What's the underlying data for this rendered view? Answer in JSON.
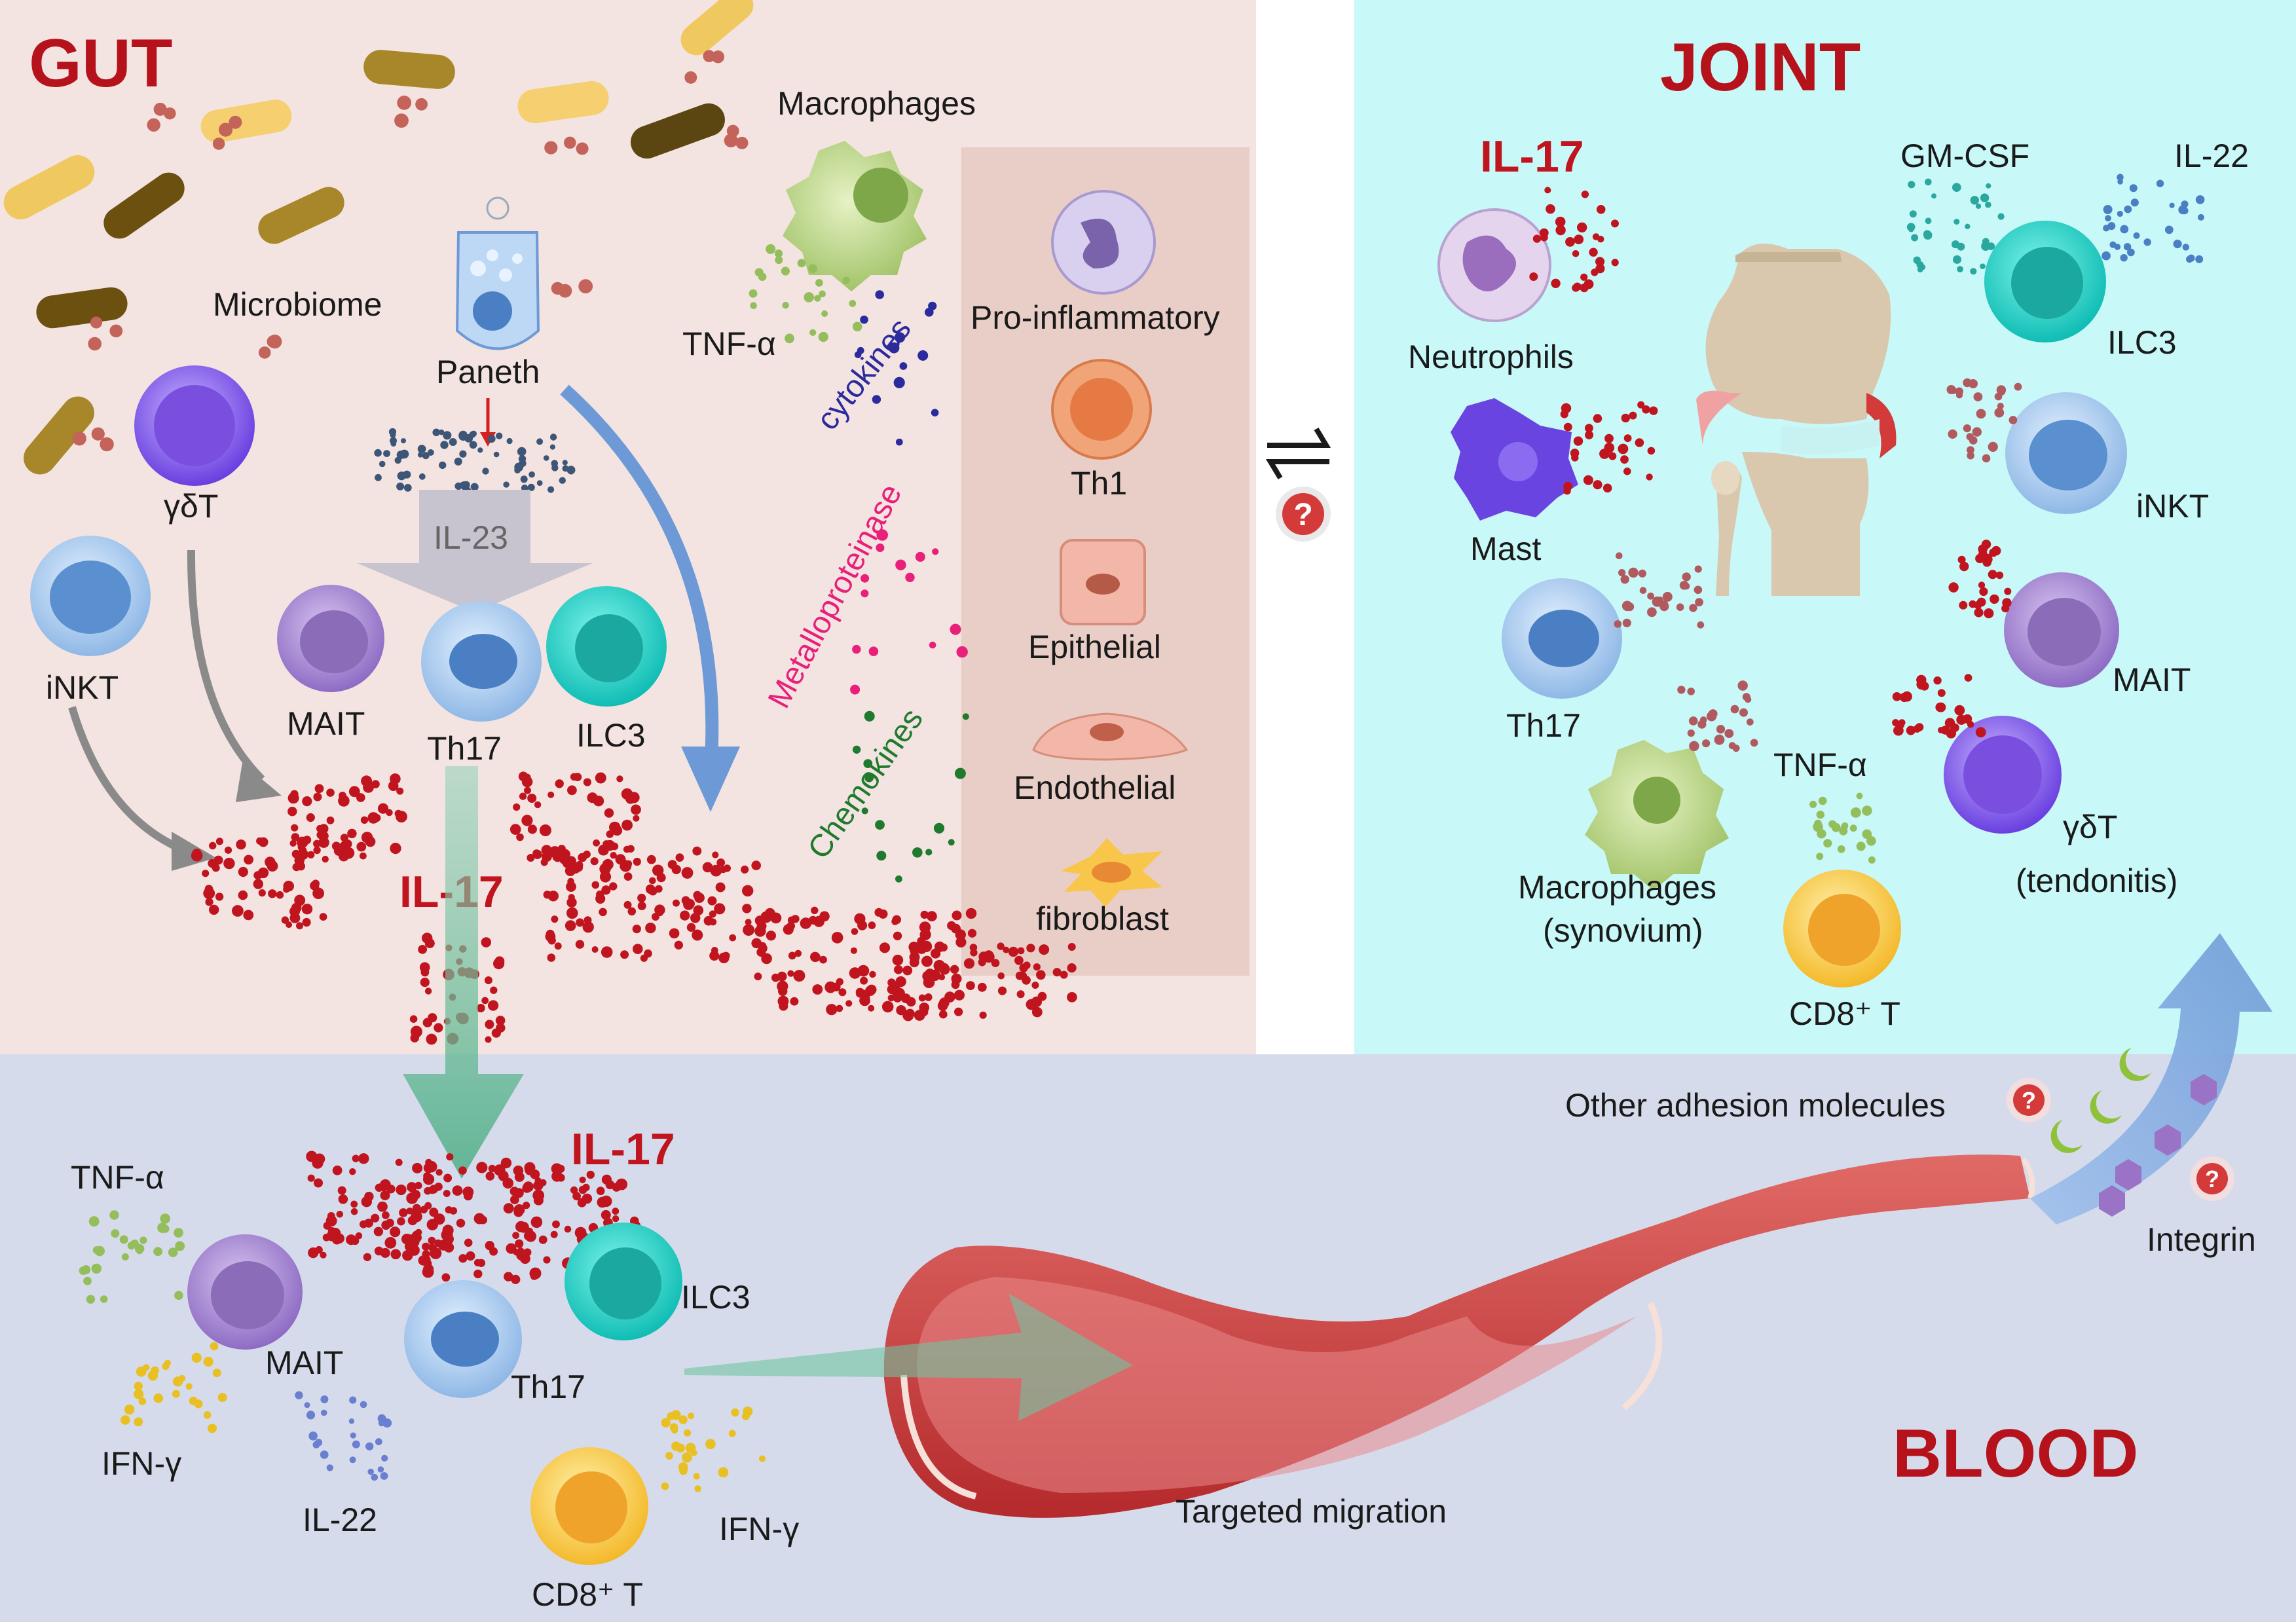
{
  "regions": {
    "gut": "GUT",
    "joint": "JOINT",
    "blood": "BLOOD"
  },
  "gut": {
    "microbiome": "Microbiome",
    "paneth": "Paneth",
    "il23": "IL-23",
    "il17": "IL-17",
    "macrophages": "Macrophages",
    "tnfa": "TNF-α",
    "cells": {
      "gdt": "γδT",
      "inkt": "iNKT",
      "mait": "MAIT",
      "th17": "Th17",
      "ilc3": "ILC3"
    },
    "mediators": {
      "cytokines": "cytokines",
      "metalloproteinase": "Metalloproteinase",
      "chemokines": "Chemokines"
    },
    "targets": {
      "pro_inflammatory": "Pro-inflammatory",
      "th1": "Th1",
      "epithelial": "Epithelial",
      "endothelial": "Endothelial",
      "fibroblast": "fibroblast"
    }
  },
  "joint": {
    "il17": "IL-17",
    "gmcsf": "GM-CSF",
    "il22": "IL-22",
    "tnfa": "TNF-α",
    "cells": {
      "neutrophils": "Neutrophils",
      "mast": "Mast",
      "th17": "Th17",
      "macrophages": "Macrophages",
      "synovium": "(synovium)",
      "ilc3": "ILC3",
      "inkt": "iNKT",
      "mait": "MAIT",
      "gdt": "γδT",
      "tendonitis": "(tendonitis)",
      "cd8": "CD8⁺ T"
    }
  },
  "blood": {
    "il17": "IL-17",
    "tnfa": "TNF-α",
    "ifng_left": "IFN-γ",
    "ifng_right": "IFN-γ",
    "il22": "IL-22",
    "cells": {
      "mait": "MAIT",
      "th17": "Th17",
      "ilc3": "ILC3",
      "cd8": "CD8⁺ T"
    },
    "targeted_migration": "Targeted migration",
    "other_adhesion": "Other adhesion molecules",
    "integrin": "Integrin"
  },
  "center": {
    "question": "?"
  },
  "colors": {
    "gut_bg": "#f3e4e1",
    "joint_bg": "#c9f8f8",
    "blood_bg": "#d6dbeb",
    "title_red": "#b5121b",
    "il17_red": "#c0141e",
    "cytokine_blue": "#2b2b9e",
    "mmp_pink": "#e8207a",
    "chemokine_green": "#1f7a2e"
  }
}
